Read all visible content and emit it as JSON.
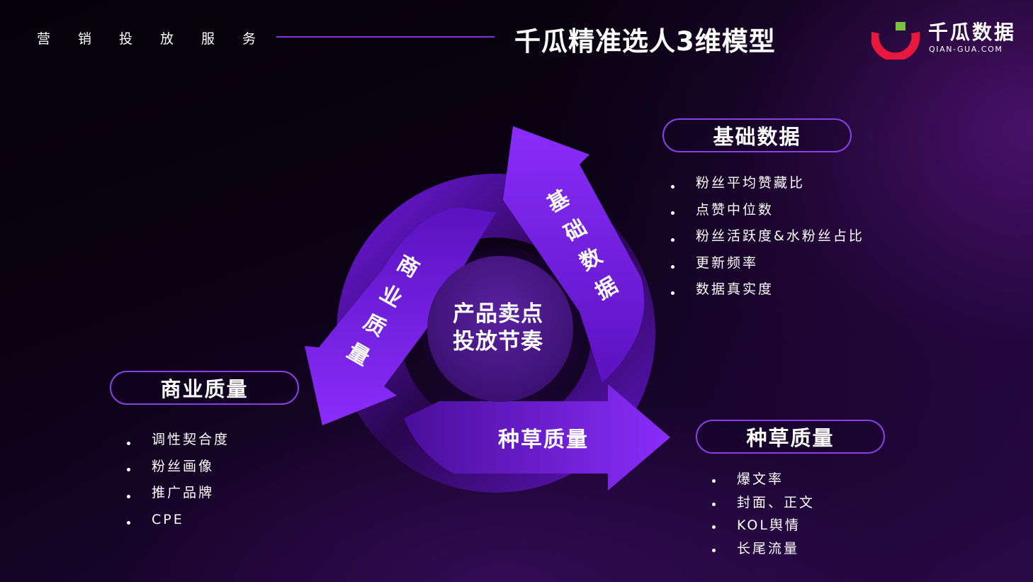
{
  "header": {
    "service_label": "营销投放服务",
    "title": "千瓜精准选人3维模型"
  },
  "logo": {
    "name": "千瓜数据",
    "url": "QIAN-GUA.COM",
    "colors": {
      "ring": "#e8173d",
      "accent": "#7ac143",
      "text": "#ffffff"
    }
  },
  "diagram": {
    "center": [
      "产品卖点",
      "投放节奏"
    ],
    "arrows": {
      "basic": [
        "基",
        "础",
        "数",
        "据"
      ],
      "business": [
        "商",
        "业",
        "质",
        "量"
      ],
      "seeding": "种草质量"
    },
    "colors": {
      "arrow": "#7a1df0",
      "ring_dark": "#3a0a6a",
      "center": "#4a1a85"
    }
  },
  "sections": {
    "basic": {
      "title": "基础数据",
      "items": [
        "粉丝平均赞藏比",
        "点赞中位数",
        "粉丝活跃度&水粉丝占比",
        "更新频率",
        "数据真实度"
      ]
    },
    "business": {
      "title": "商业质量",
      "items": [
        "调性契合度",
        "粉丝画像",
        "推广品牌",
        "CPE"
      ]
    },
    "seeding": {
      "title": "种草质量",
      "items": [
        "爆文率",
        "封面、正文",
        "KOL舆情",
        "长尾流量"
      ]
    }
  },
  "theme": {
    "accent": "#8a3fe8",
    "line": "#7a33e6"
  }
}
